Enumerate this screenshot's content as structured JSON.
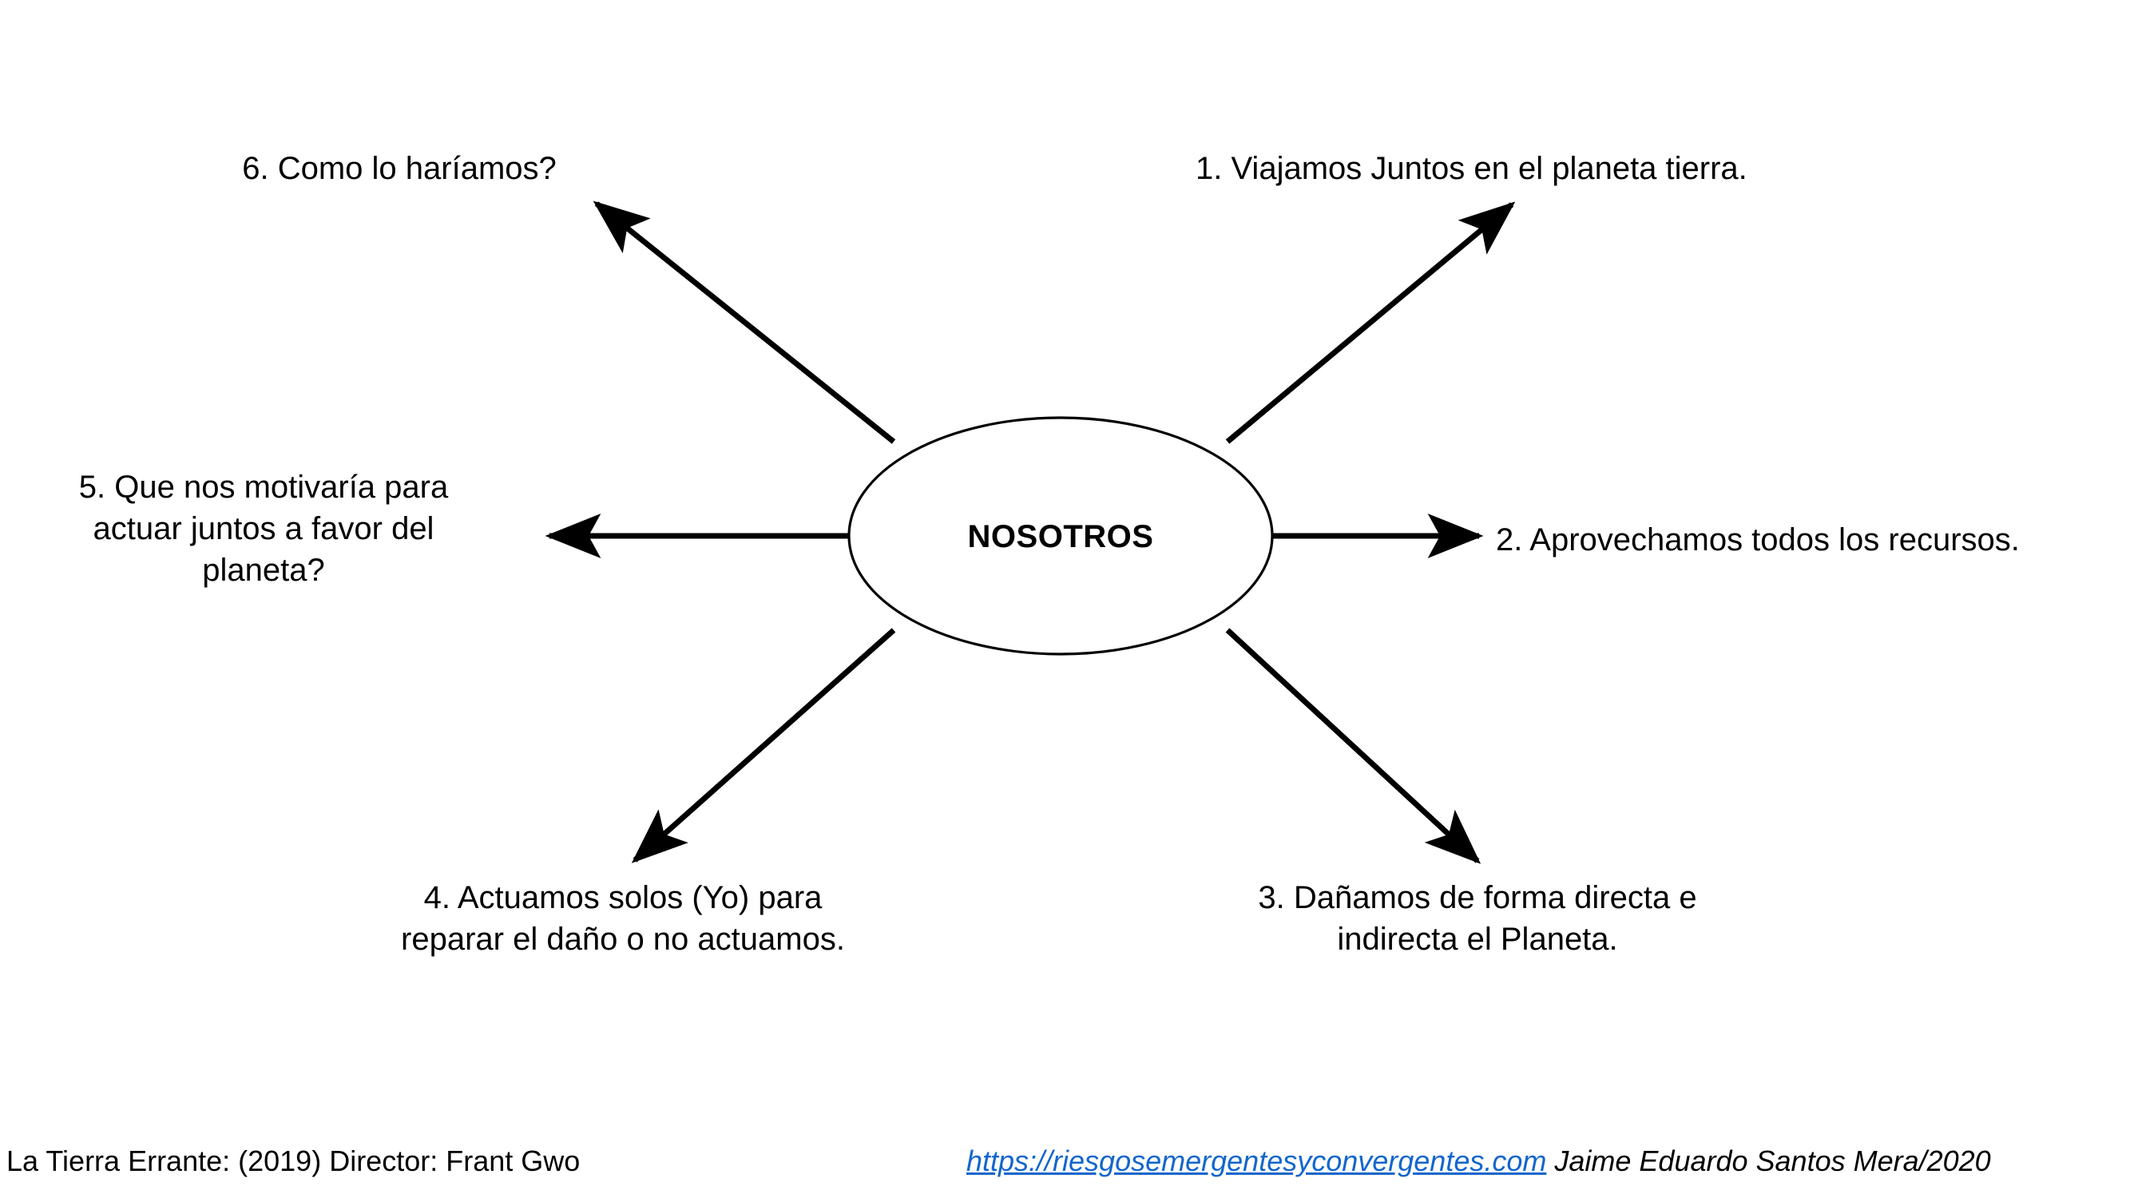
{
  "center": {
    "label": "NOSOTROS"
  },
  "branches": [
    {
      "id": "branch-1",
      "text": "1. Viajamos Juntos en el planeta tierra.",
      "direction": "top-right"
    },
    {
      "id": "branch-2",
      "text": "2. Aprovechamos todos los recursos.",
      "direction": "right"
    },
    {
      "id": "branch-3",
      "text": "3. Dañamos de forma directa e\nindirecta el Planeta.",
      "direction": "bottom-right"
    },
    {
      "id": "branch-4",
      "text": "4. Actuamos solos (Yo) para\nreparar el daño o no actuamos.",
      "direction": "bottom-left"
    },
    {
      "id": "branch-5",
      "text": "5. Que nos motivaría para\nactuar juntos a favor del\nplaneta?",
      "direction": "left"
    },
    {
      "id": "branch-6",
      "text": "6. Como lo haríamos?",
      "direction": "top-left"
    }
  ],
  "footer": {
    "source": "La Tierra Errante: (2019) Director: Frant Gwo",
    "link": "https://riesgosemergentesyconvergentes.com",
    "credit": "Jaime Eduardo Santos Mera/2020"
  },
  "colors": {
    "stroke": "#000000",
    "background": "#ffffff",
    "link": "#1366CC"
  }
}
